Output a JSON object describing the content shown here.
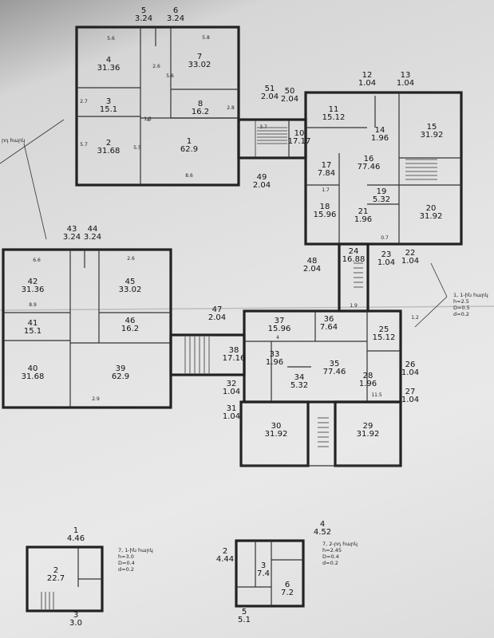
{
  "rooms": [
    {
      "num": "1",
      "area": "62.9"
    },
    {
      "num": "2",
      "area": "31.68"
    },
    {
      "num": "3",
      "area": "15.1"
    },
    {
      "num": "4",
      "area": "31.36"
    },
    {
      "num": "5",
      "area": "3.24"
    },
    {
      "num": "6",
      "area": "3.24"
    },
    {
      "num": "7",
      "area": "33.02"
    },
    {
      "num": "8",
      "area": "16.2"
    },
    {
      "num": "10",
      "area": "17.17"
    },
    {
      "num": "11",
      "area": "15.12"
    },
    {
      "num": "12",
      "area": "1.04"
    },
    {
      "num": "13",
      "area": "1.04"
    },
    {
      "num": "14",
      "area": "1.96"
    },
    {
      "num": "15",
      "area": "31.92"
    },
    {
      "num": "16",
      "area": "77.46"
    },
    {
      "num": "17",
      "area": "7.84"
    },
    {
      "num": "18",
      "area": "15.96"
    },
    {
      "num": "19",
      "area": "5.32"
    },
    {
      "num": "20",
      "area": "31.92"
    },
    {
      "num": "21",
      "area": "1.96"
    },
    {
      "num": "22",
      "area": "1.04"
    },
    {
      "num": "23",
      "area": "1.04"
    },
    {
      "num": "24",
      "area": "16.88"
    },
    {
      "num": "25",
      "area": "15.12"
    },
    {
      "num": "26",
      "area": "1.04"
    },
    {
      "num": "27",
      "area": "1.04"
    },
    {
      "num": "28",
      "area": "1.96"
    },
    {
      "num": "29",
      "area": "31.92"
    },
    {
      "num": "30",
      "area": "31.92"
    },
    {
      "num": "31",
      "area": "1.04"
    },
    {
      "num": "32",
      "area": "1.04"
    },
    {
      "num": "33",
      "area": "1.96"
    },
    {
      "num": "34",
      "area": "5.32"
    },
    {
      "num": "35",
      "area": "77.46"
    },
    {
      "num": "36",
      "area": "7.64"
    },
    {
      "num": "37",
      "area": "15.96"
    },
    {
      "num": "38",
      "area": "17.16"
    },
    {
      "num": "39",
      "area": "62.9"
    },
    {
      "num": "40",
      "area": "31.68"
    },
    {
      "num": "41",
      "area": "15.1"
    },
    {
      "num": "42",
      "area": "31.36"
    },
    {
      "num": "43",
      "area": "3.24"
    },
    {
      "num": "44",
      "area": "3.24"
    },
    {
      "num": "45",
      "area": "33.02"
    },
    {
      "num": "46",
      "area": "16.2"
    },
    {
      "num": "47",
      "area": "2.04"
    },
    {
      "num": "48",
      "area": "2.04"
    },
    {
      "num": "49",
      "area": "2.04"
    },
    {
      "num": "50",
      "area": "2.04"
    },
    {
      "num": "51",
      "area": "2.04"
    }
  ],
  "annex1_rooms": [
    {
      "num": "1",
      "area": "4.46"
    },
    {
      "num": "2",
      "area": "22.7"
    },
    {
      "num": "3",
      "area": "3.0"
    }
  ],
  "annex2_rooms": [
    {
      "num": "2",
      "area": "4.44"
    },
    {
      "num": "3",
      "area": "7.4"
    },
    {
      "num": "4",
      "area": "4.52"
    },
    {
      "num": "5",
      "area": "5.1"
    },
    {
      "num": "6",
      "area": "7.2"
    }
  ],
  "dims": [
    "5.6",
    "2.6",
    "5.8",
    "8.6",
    "2.7",
    "5.7",
    "5.5",
    "2.8",
    "3.7",
    "1.3",
    "5.6",
    "6.6",
    "8.9",
    "2.9",
    "2.6",
    "4",
    "1.7",
    "1.9",
    "0.7",
    "1.2",
    "11.5",
    "8"
  ],
  "notes": {
    "side_note": [
      "1, 1-ին հարկ",
      "h=2.5",
      "D=0.5",
      "d=0.2"
    ],
    "annex1_note": [
      "7, 1-ին հարկ",
      "h=3.0",
      "D=0.4",
      "d=0.2"
    ],
    "annex2_note": [
      "7, 2-րդ հարկ",
      "h=2.45",
      "D=0.4",
      "d=0.2"
    ],
    "left_edge": "րդ հարկ"
  }
}
